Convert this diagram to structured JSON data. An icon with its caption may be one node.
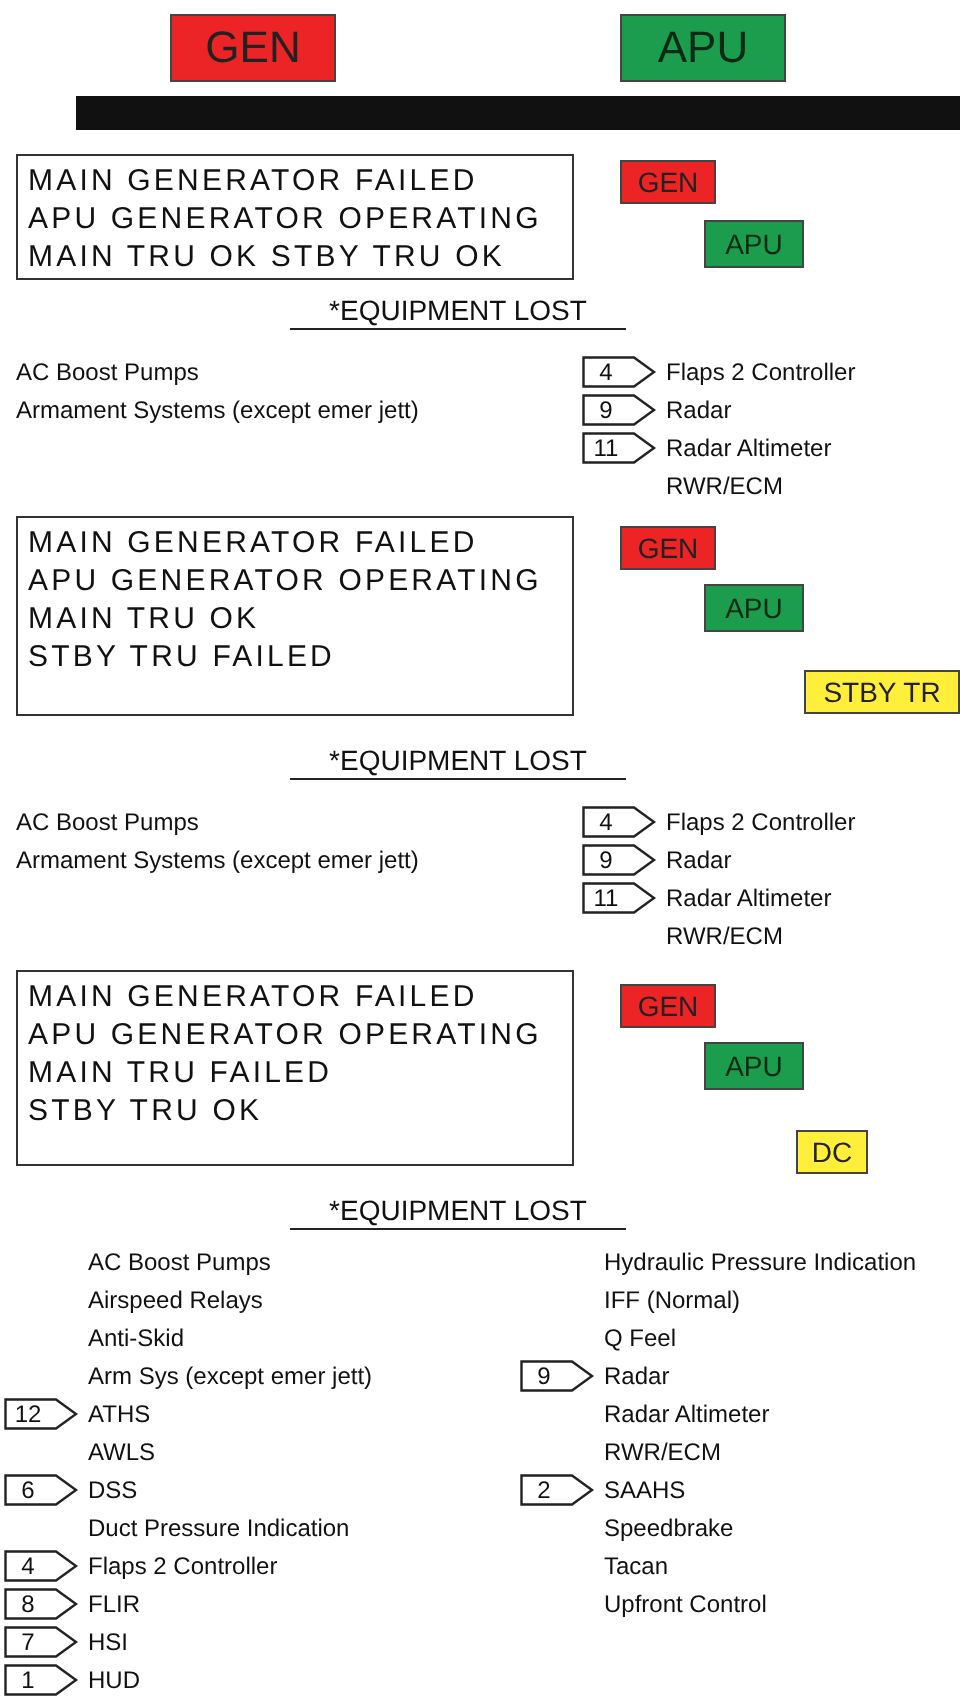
{
  "diagram": {
    "nodes": [
      {
        "text": [
          "GEN"
        ]
      },
      {
        "text": [
          "APU"
        ]
      },
      {
        "text": [
          "MAIN GENERATOR FAILED",
          "APU GENERATOR OPERATING",
          "MAIN TRU OK STBY TRU OK"
        ]
      },
      {
        "text": [
          "GEN"
        ]
      },
      {
        "text": [
          "APU"
        ]
      },
      {
        "text": [
          "4"
        ],
        "beside": [
          "Flaps 2 Controller"
        ]
      },
      {
        "text": [
          "9"
        ],
        "beside": [
          "Radar"
        ]
      },
      {
        "text": [
          "11"
        ],
        "beside": [
          "Radar Altimeter"
        ]
      },
      {
        "text": [
          "MAIN GENERATOR FAILED",
          "APU GENERATOR OPERATING",
          "MAIN TRU OK",
          "STBY TRU FAILED"
        ]
      },
      {
        "text": [
          "GEN"
        ]
      },
      {
        "text": [
          "APU"
        ]
      },
      {
        "text": [
          "STBY TR"
        ]
      },
      {
        "text": [
          "4"
        ],
        "beside": [
          "Flaps 2 Controller"
        ]
      },
      {
        "text": [
          "9"
        ],
        "beside": [
          "Radar"
        ]
      },
      {
        "text": [
          "11"
        ],
        "beside": [
          "Radar Altimeter"
        ]
      },
      {
        "text": [
          "MAIN GENERATOR FAILED",
          "APU GENERATOR OPERATING",
          "MAIN TRU FAILED",
          "STBY TRU OK"
        ]
      },
      {
        "text": [
          "GEN"
        ]
      },
      {
        "text": [
          "APU"
        ]
      },
      {
        "text": [
          "DC"
        ]
      },
      {
        "text": [
          "12"
        ],
        "beside": [
          "ATHS"
        ]
      },
      {
        "text": [
          "6"
        ],
        "beside": [
          "DSS"
        ]
      },
      {
        "text": [
          "4"
        ],
        "beside": [
          "Flaps 2 Controller"
        ]
      },
      {
        "text": [
          "8"
        ],
        "beside": [
          "FLIR"
        ]
      },
      {
        "text": [
          "7"
        ],
        "beside": [
          "HSI"
        ]
      },
      {
        "text": [
          "1"
        ],
        "beside": [
          "HUD"
        ]
      },
      {
        "text": [
          "9"
        ],
        "beside": [
          "Radar"
        ]
      },
      {
        "text": [
          "2"
        ],
        "beside": [
          "SAAHS"
        ]
      },
      {
        "text": [],
        "shape": "bar"
      }
    ],
    "edges": [],
    "labels": [
      "*EQUIPMENT LOST",
      "AC Boost Pumps",
      "Armament Systems (except emer jett)",
      "RWR/ECM",
      "*EQUIPMENT LOST",
      "AC Boost Pumps",
      "Armament Systems (except emer jett)",
      "RWR/ECM",
      "*EQUIPMENT LOST",
      "AC Boost Pumps",
      "Airspeed Relays",
      "Anti-Skid",
      "Arm Sys (except emer jett)",
      "AWLS",
      "Duct Pressure Indication",
      "Hydraulic Pressure Indication",
      "IFF (Normal)",
      "Q Feel",
      "Radar Altimeter",
      "RWR/ECM",
      "Speedbrake",
      "Tacan",
      "Upfront Control"
    ]
  }
}
